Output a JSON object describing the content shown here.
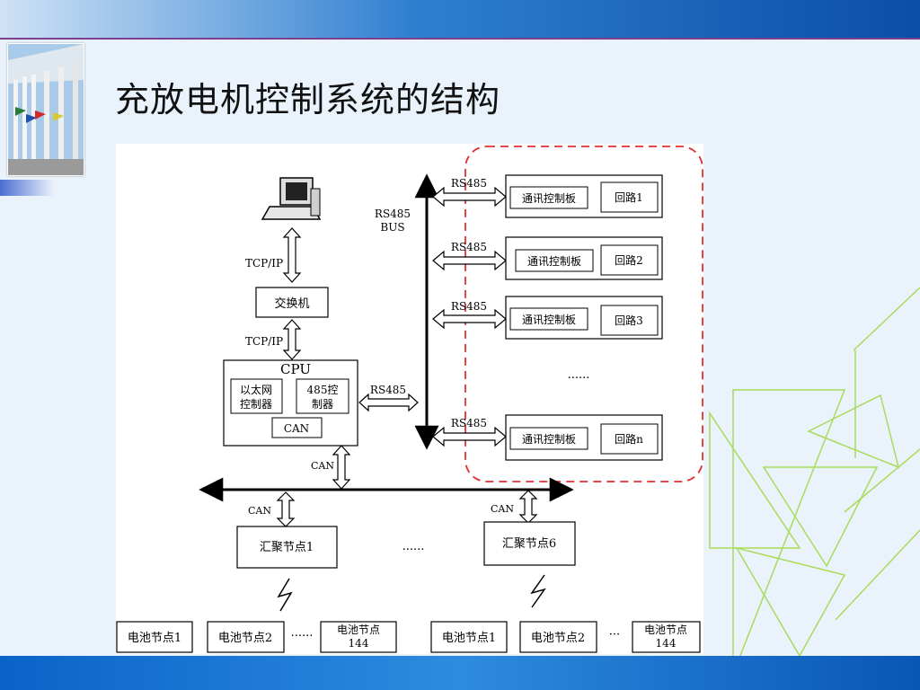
{
  "slide": {
    "title": "充放电机控制系统的结构"
  },
  "diagram": {
    "tcpip_upper": "TCP/IP",
    "switch": "交换机",
    "tcpip_lower": "TCP/IP",
    "cpu_title": "CPU",
    "ethernet_ctrl_line1": "以太网",
    "ethernet_ctrl_line2": "控制器",
    "rs485_ctrl_line1": "485控",
    "rs485_ctrl_line2": "制器",
    "can_module": "CAN",
    "cpu_rs485_label": "RS485",
    "bus_label_line1": "RS485",
    "bus_label_line2": "BUS",
    "cpu_can_label": "CAN",
    "ellipsis_dots": "......",
    "ctrl_units": [
      {
        "link": "RS485",
        "board": "通讯控制板",
        "loop": "回路1"
      },
      {
        "link": "RS485",
        "board": "通讯控制板",
        "loop": "回路2"
      },
      {
        "link": "RS485",
        "board": "通讯控制板",
        "loop": "回路3"
      },
      {
        "link": "RS485",
        "board": "通讯控制板",
        "loop": "回路n"
      }
    ],
    "agg_nodes": [
      {
        "link": "CAN",
        "label": "汇聚节点1"
      },
      {
        "link": "CAN",
        "label": "汇聚节点6"
      }
    ],
    "battery_left": [
      "电池节点1",
      "电池节点2"
    ],
    "battery_left_last_line1": "电池节点",
    "battery_left_last_line2": "144",
    "battery_right": [
      "电池节点1",
      "电池节点2"
    ],
    "battery_right_last_line1": "电池节点",
    "battery_right_last_line2": "144",
    "battery_ellipsis_left": "......",
    "battery_ellipsis_right": "···"
  },
  "colors": {
    "dashed_group": "#e03030",
    "lines": "#000000"
  }
}
